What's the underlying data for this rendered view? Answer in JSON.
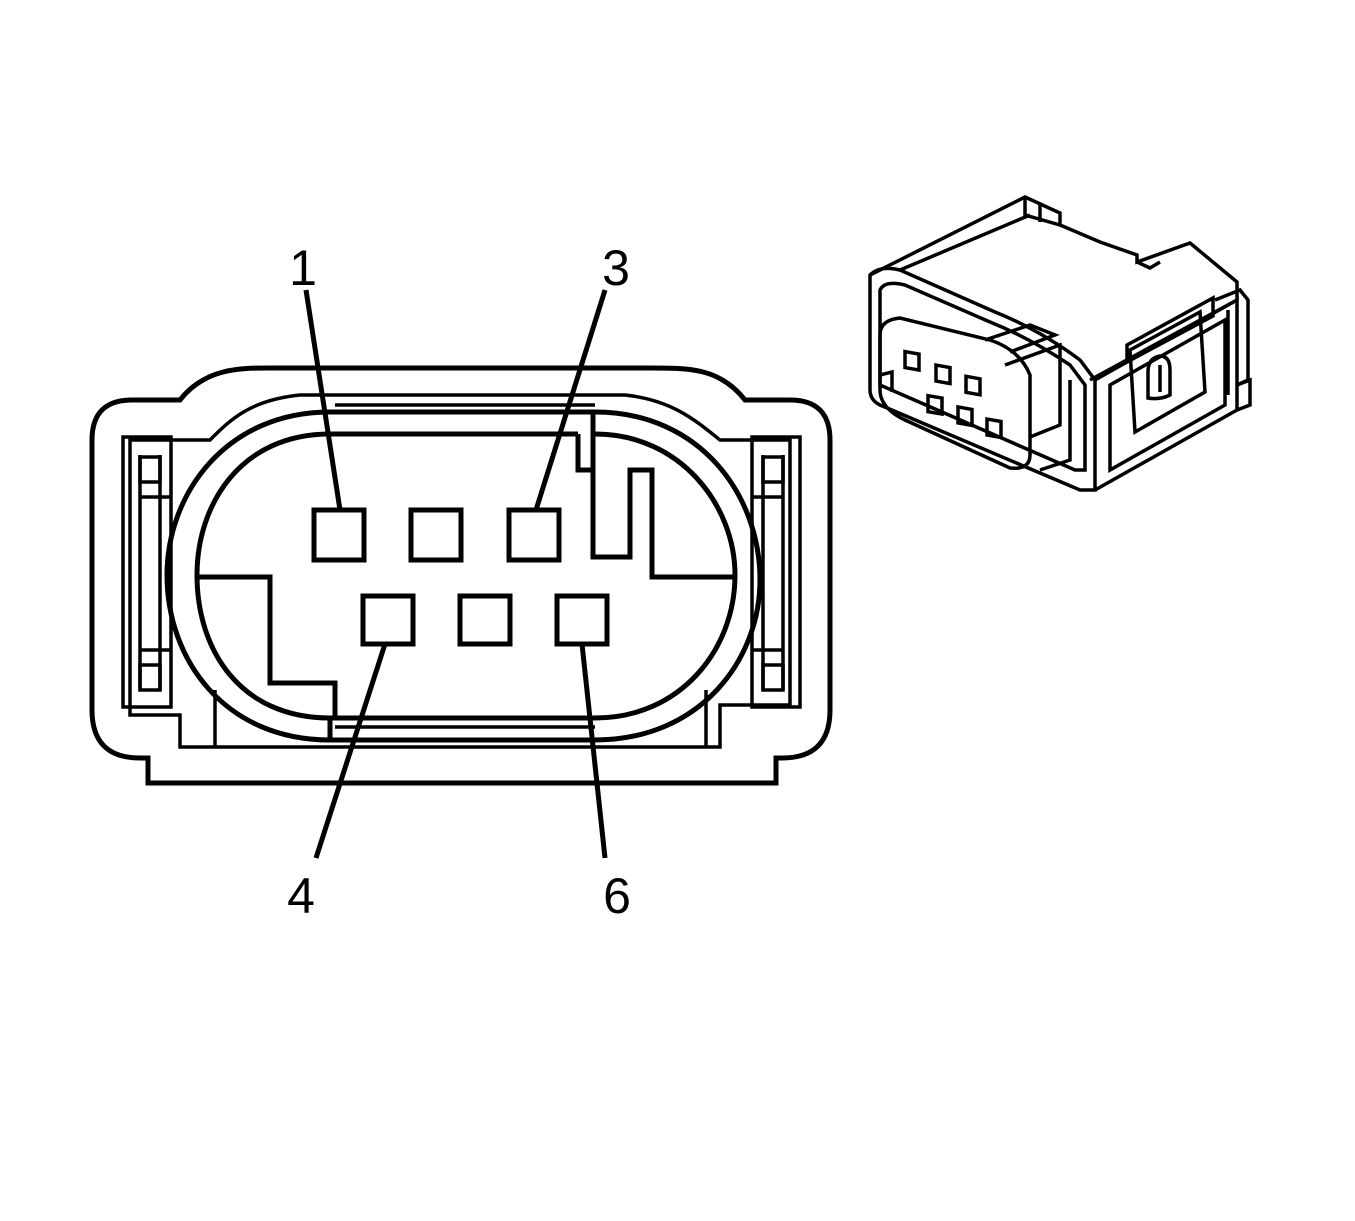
{
  "diagram": {
    "pin_labels": [
      {
        "id": "pin-1",
        "text": "1"
      },
      {
        "id": "pin-3",
        "text": "3"
      },
      {
        "id": "pin-4",
        "text": "4"
      },
      {
        "id": "pin-6",
        "text": "6"
      }
    ]
  },
  "colors": {
    "line": "#000000",
    "background": "#ffffff"
  }
}
